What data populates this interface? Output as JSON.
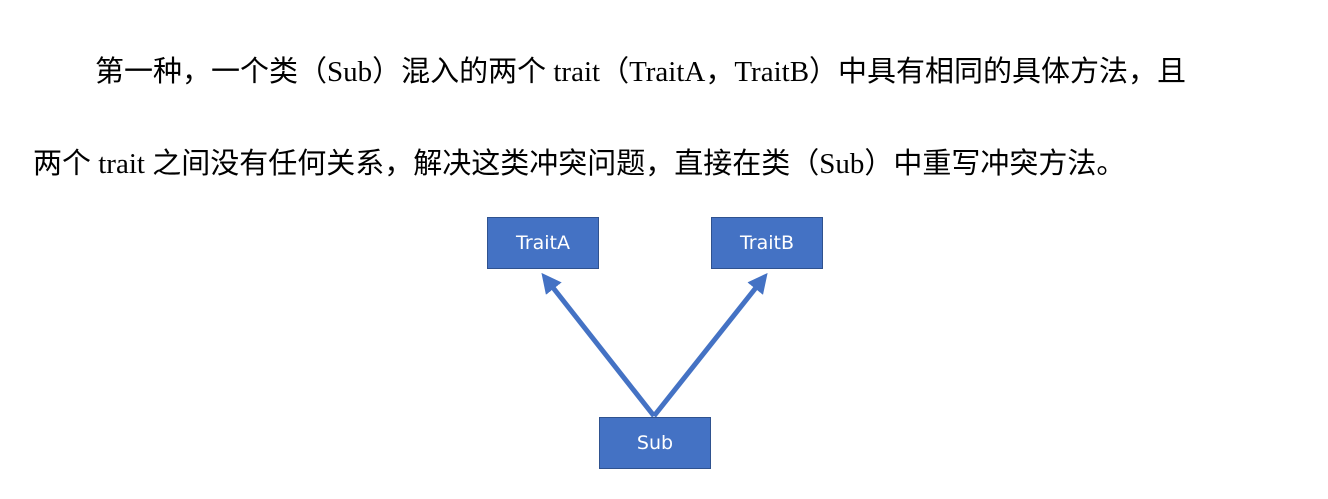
{
  "paragraph": {
    "line1": "第一种，一个类（Sub）混入的两个 trait（TraitA，TraitB）中具有相同的具体方法，且",
    "line2": "两个 trait 之间没有任何关系，解决这类冲突问题，直接在类（Sub）中重写冲突方法。"
  },
  "diagram": {
    "nodes": {
      "trait_a": "TraitA",
      "trait_b": "TraitB",
      "sub": "Sub"
    },
    "edges": [
      {
        "from": "Sub",
        "to": "TraitA"
      },
      {
        "from": "Sub",
        "to": "TraitB"
      }
    ],
    "color": "#4472C4"
  }
}
